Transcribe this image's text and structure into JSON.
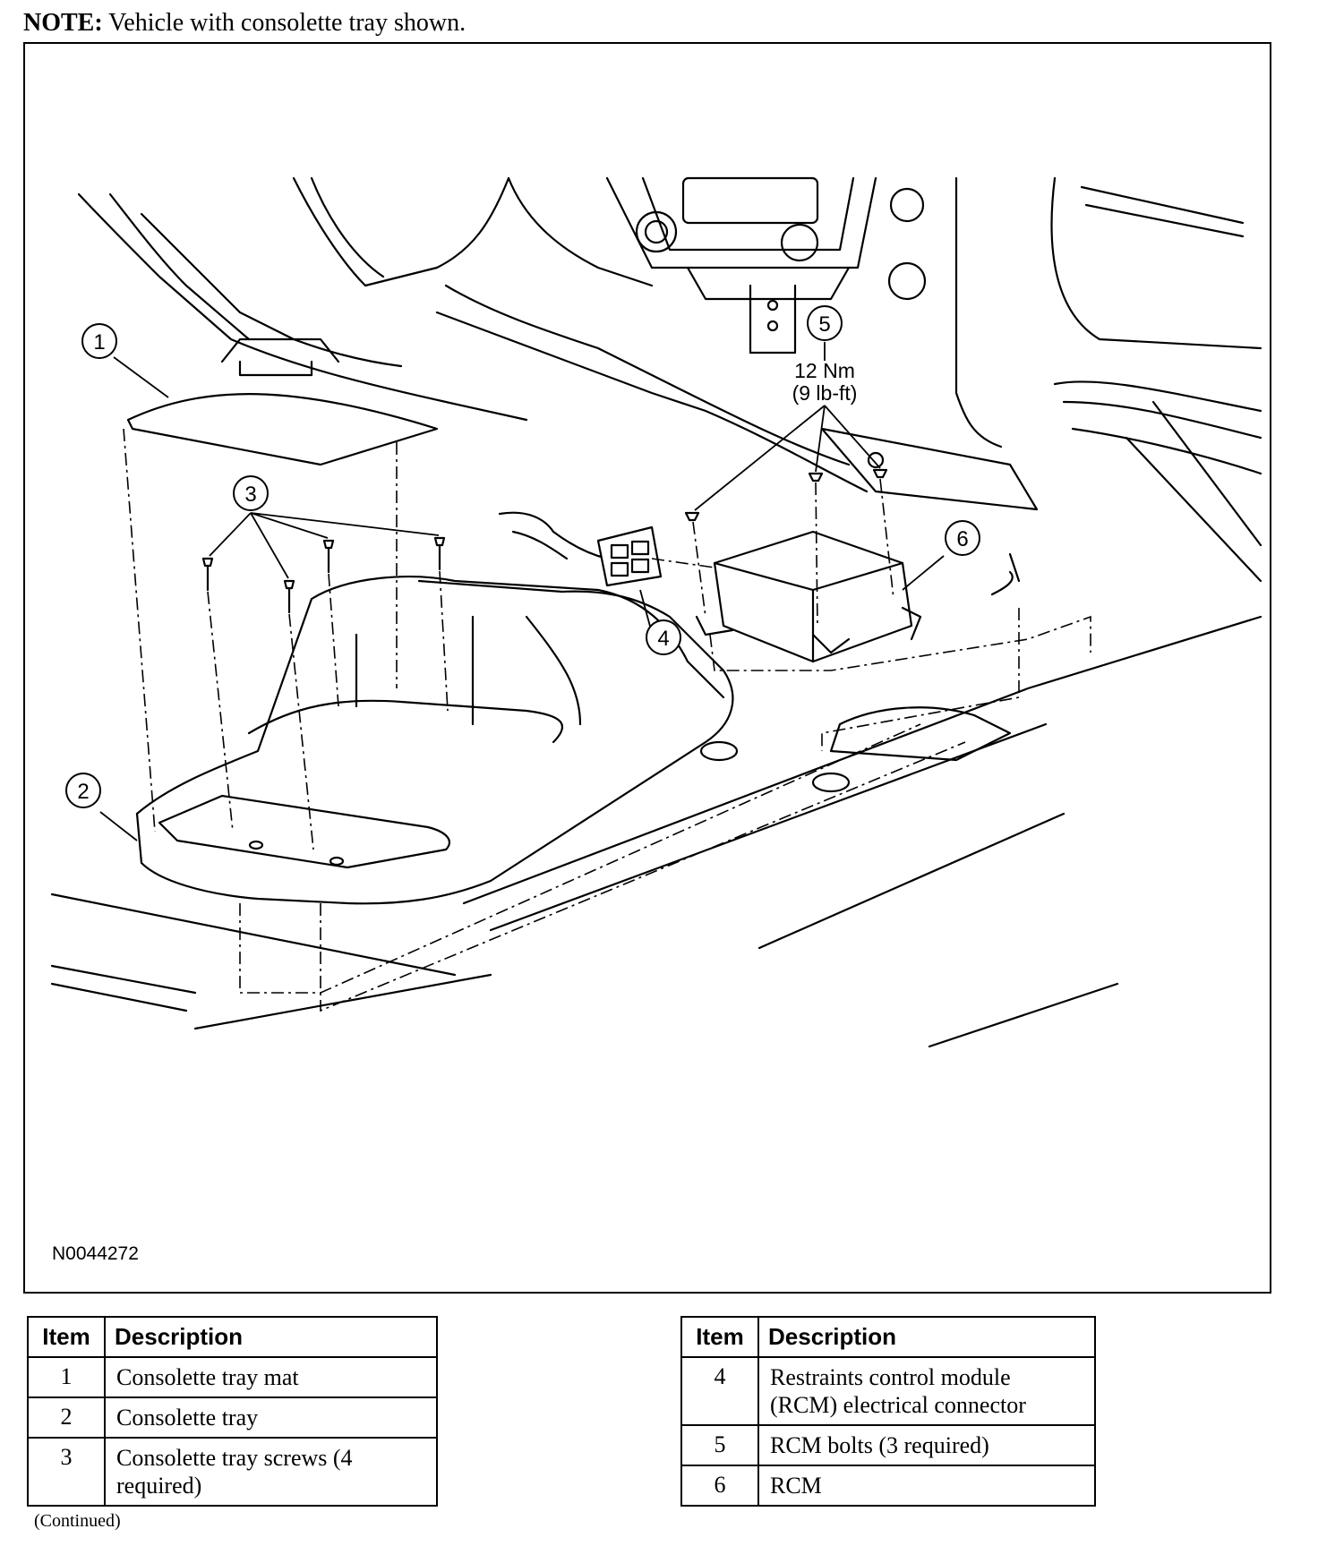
{
  "note": {
    "label": "NOTE:",
    "text": " Vehicle with consolette tray shown."
  },
  "figure": {
    "id": "N0044272",
    "callouts": [
      "1",
      "2",
      "3",
      "4",
      "5",
      "6"
    ],
    "torque": {
      "line1": "12 Nm",
      "line2": "(9 lb-ft)"
    }
  },
  "table_left": {
    "headers": {
      "item": "Item",
      "description": "Description"
    },
    "rows": [
      {
        "item": "1",
        "description": "Consolette tray mat"
      },
      {
        "item": "2",
        "description": "Consolette tray"
      },
      {
        "item": "3",
        "description": "Consolette tray screws (4 required)"
      }
    ]
  },
  "table_right": {
    "headers": {
      "item": "Item",
      "description": "Description"
    },
    "rows": [
      {
        "item": "4",
        "description": "Restraints control module (RCM) electrical connector"
      },
      {
        "item": "5",
        "description": "RCM bolts (3 required)"
      },
      {
        "item": "6",
        "description": "RCM"
      }
    ]
  },
  "continued": "(Continued)"
}
